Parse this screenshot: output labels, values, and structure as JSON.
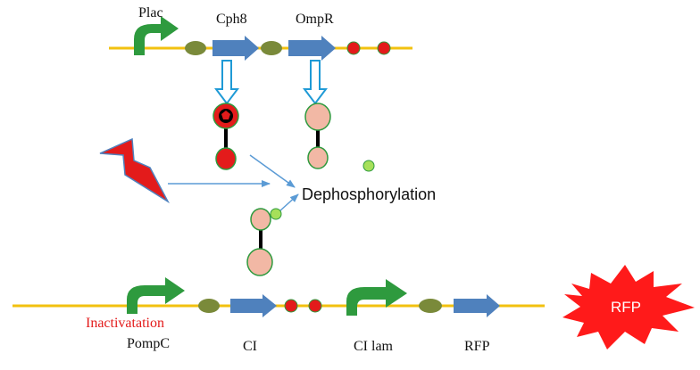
{
  "labels": {
    "plac": "Plac",
    "cph8": "Cph8",
    "ompr": "OmpR",
    "dephosphorylation": "Dephosphorylation",
    "inactivation": "Inactivatation",
    "pompc": "PompC",
    "ci": "CI",
    "ci_lam": "CI lam",
    "rfp_gene": "RFP",
    "rfp_burst": "RFP"
  },
  "colors": {
    "dna_line": "#f2c10f",
    "promoter_arrow": "#2e9a3e",
    "gene_arrow": "#4f81bd",
    "rbs": "#7a8a3a",
    "terminator": "#e31b1b",
    "protein_pink": "#f2b8a5",
    "protein_border": "#2e9a3e",
    "phosphate": "#a6e05a",
    "signal_arrow": "#5b9bd5",
    "lightning": "#e31b1b",
    "inactivation_text": "#e31b1b",
    "burst": "#ff1a1a"
  }
}
